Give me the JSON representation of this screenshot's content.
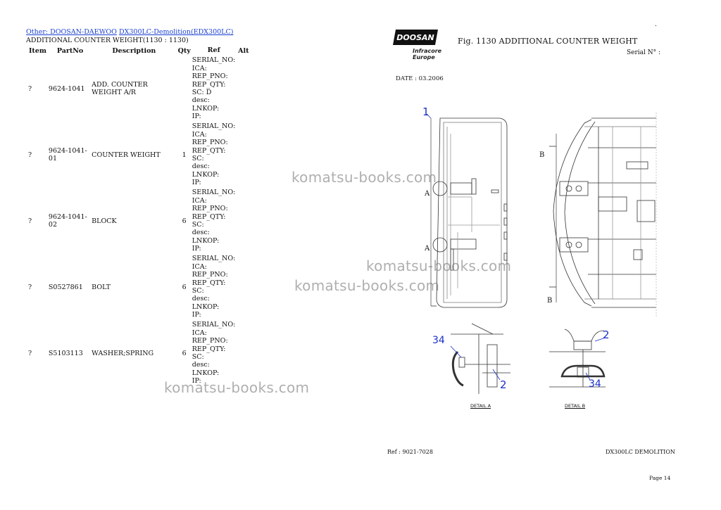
{
  "breadcrumb": {
    "link1": "Other: DOOSAN-DAEWOO",
    "link2": "DX300LC-Demolition(EDX300LC)",
    "title": "ADDITIONAL COUNTER WEIGHT(1130 : 1130)"
  },
  "table": {
    "headers": [
      "Item",
      "PartNo",
      "Description",
      "Qty",
      "Ref",
      "Alt"
    ],
    "rows": [
      {
        "item": "?",
        "part": "9624-1041",
        "desc": "ADD. COUNTER WEIGHT A/R",
        "qty": "",
        "ref": [
          "SERIAL_NO:",
          "ICA:",
          "REP_PNO:",
          "REP_QTY:",
          "SC: D",
          "desc:",
          "LNKOP:",
          "IP:"
        ]
      },
      {
        "item": "?",
        "part": "9624-1041-01",
        "desc": "COUNTER WEIGHT",
        "qty": "1",
        "ref": [
          "SERIAL_NO:",
          "ICA:",
          "REP_PNO:",
          "REP_QTY:",
          "SC:",
          "desc:",
          "LNKOP:",
          "IP:"
        ]
      },
      {
        "item": "?",
        "part": "9624-1041-02",
        "desc": "BLOCK",
        "qty": "6",
        "ref": [
          "SERIAL_NO:",
          "ICA:",
          "REP_PNO:",
          "REP_QTY:",
          "SC:",
          "desc:",
          "LNKOP:",
          "IP:"
        ]
      },
      {
        "item": "?",
        "part": "S0527861",
        "desc": "BOLT",
        "qty": "6",
        "ref": [
          "SERIAL_NO:",
          "ICA:",
          "REP_PNO:",
          "REP_QTY:",
          "SC:",
          "desc:",
          "LNKOP:",
          "IP:"
        ]
      },
      {
        "item": "?",
        "part": "S5103113",
        "desc": "WASHER;SPRING",
        "qty": "6",
        "ref": [
          "SERIAL_NO:",
          "ICA:",
          "REP_PNO:",
          "REP_QTY:",
          "SC:",
          "desc:",
          "LNKOP:",
          "IP:"
        ]
      }
    ]
  },
  "drawing": {
    "logo_text": "DOOSAN",
    "logo_sub1": "Infracore",
    "logo_sub2": "Europe",
    "fig_title": "Fig. 1130   ADDITIONAL COUNTER WEIGHT",
    "serial_label": "Serial N° :",
    "date": "DATE : 03.2006",
    "callout_1": "1",
    "callout_2": "2",
    "callout_34": "34",
    "label_a": "A",
    "label_b": "B",
    "detail_a": "DETAIL  A",
    "detail_b": "DETAIL  B",
    "ref": "Ref : 9021-7028",
    "model": "DX300LC DEMOLITION",
    "page": "Page 14",
    "corner_mark": "."
  },
  "watermarks": [
    "komatsu-books.com",
    "komatsu-books.com",
    "komatsu-books.com",
    "komatsu-books.com"
  ],
  "colors": {
    "link": "#1a3fd0",
    "callout": "#1b2fc9"
  }
}
